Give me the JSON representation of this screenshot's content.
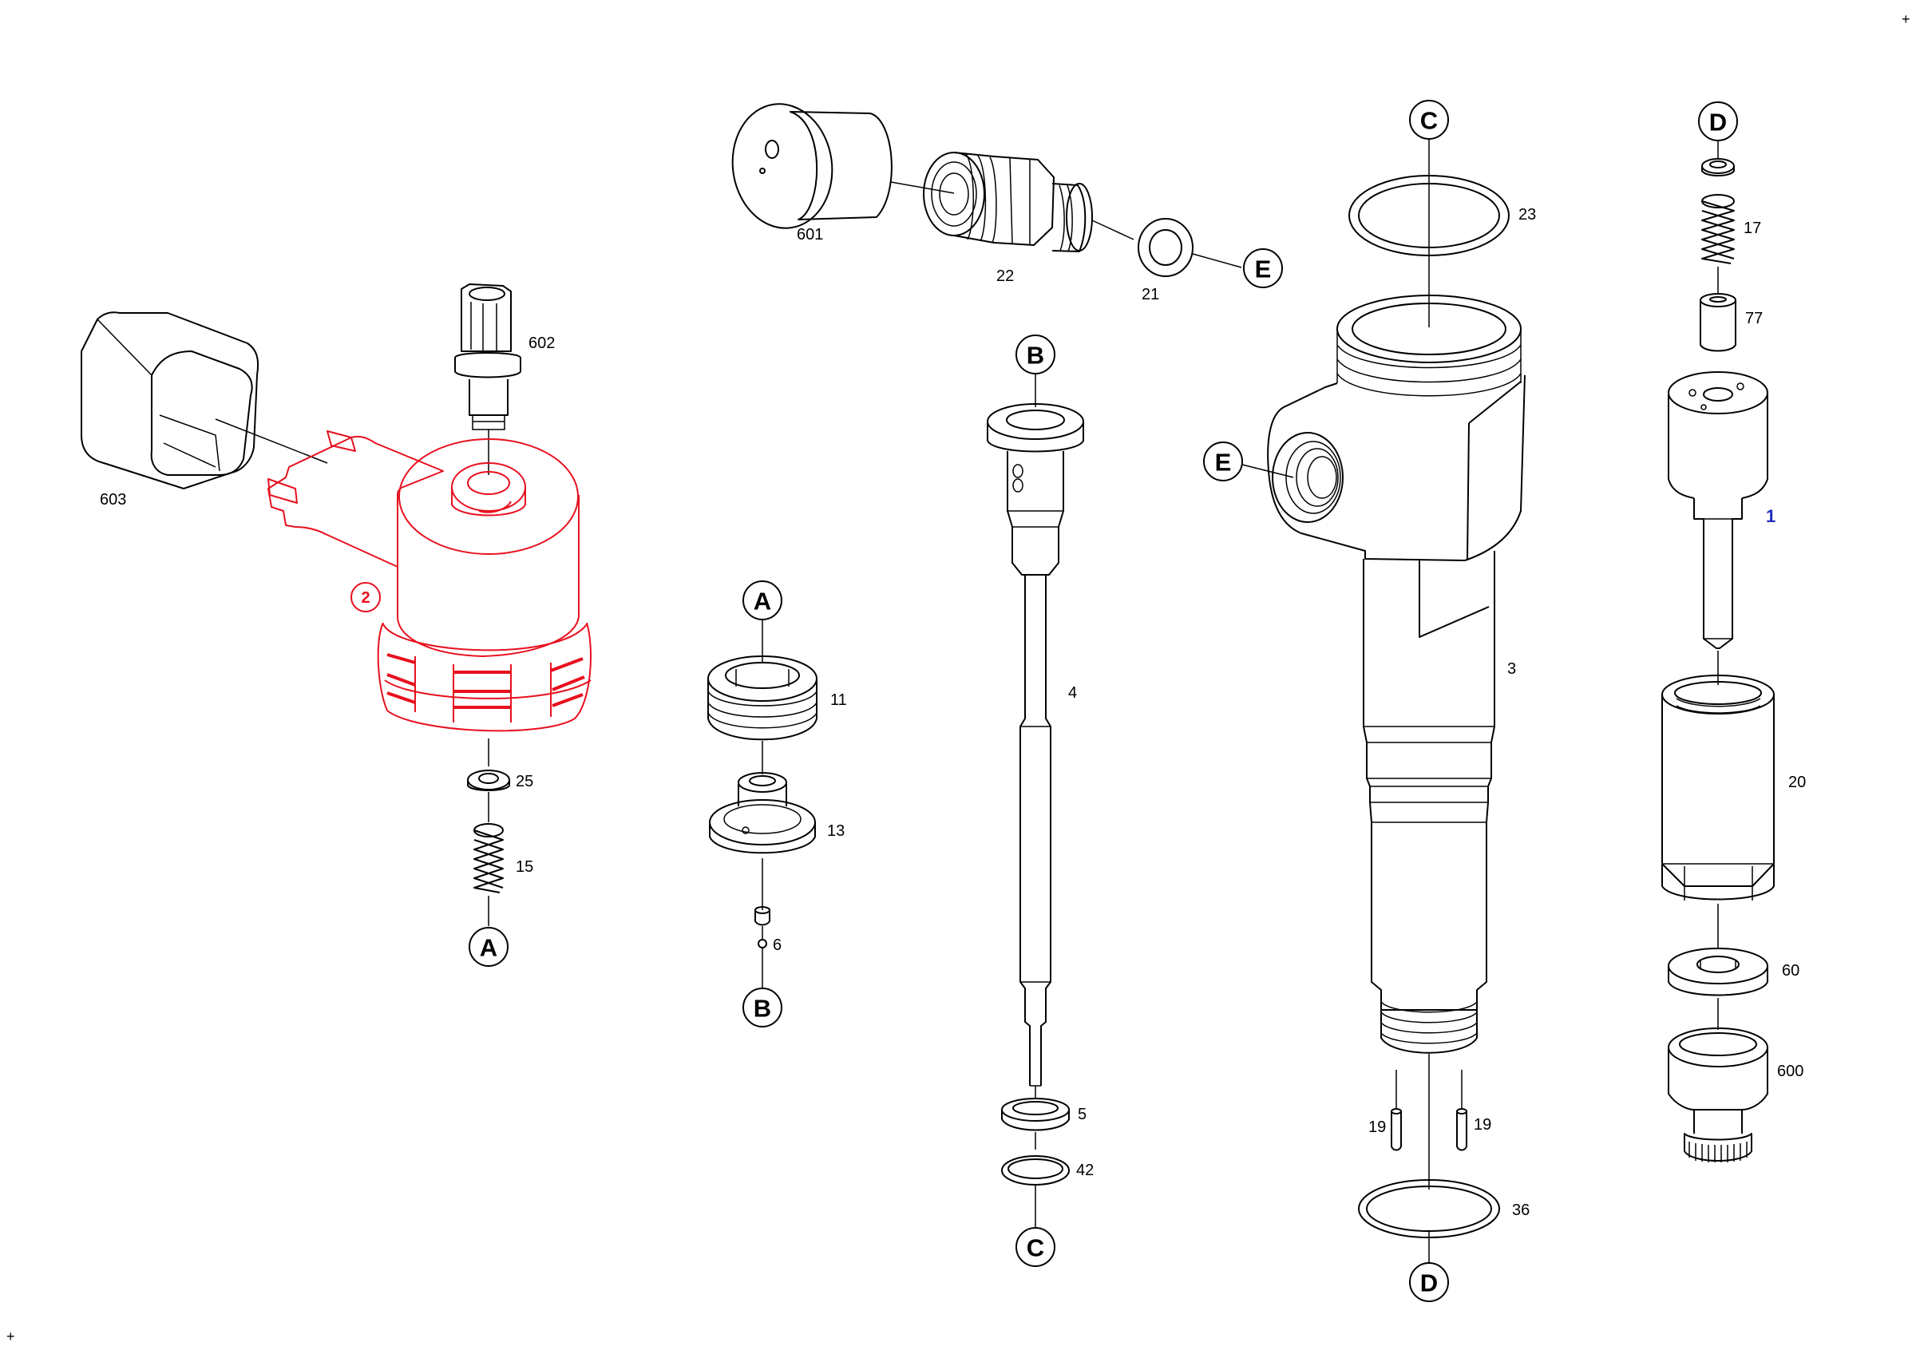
{
  "diagram": {
    "corner_marks": [
      "+",
      "+"
    ],
    "highlight_color": "#e8101e",
    "callout_color": "#1f2fc0",
    "highlighted_part": "2",
    "callout": "1",
    "part_numbers": {
      "p601": "601",
      "p22": "22",
      "p21": "21",
      "p603": "603",
      "p602": "602",
      "p25": "25",
      "p15": "15",
      "p11": "11",
      "p13": "13",
      "p6": "6",
      "p4": "4",
      "p5": "5",
      "p42": "42",
      "p23": "23",
      "p3": "3",
      "p19a": "19",
      "p19b": "19",
      "p36": "36",
      "p17": "17",
      "p77": "77",
      "p20": "20",
      "p60": "60",
      "p600": "600"
    },
    "connectors": {
      "A": "A",
      "B": "B",
      "C": "C",
      "D": "D",
      "E": "E"
    }
  }
}
